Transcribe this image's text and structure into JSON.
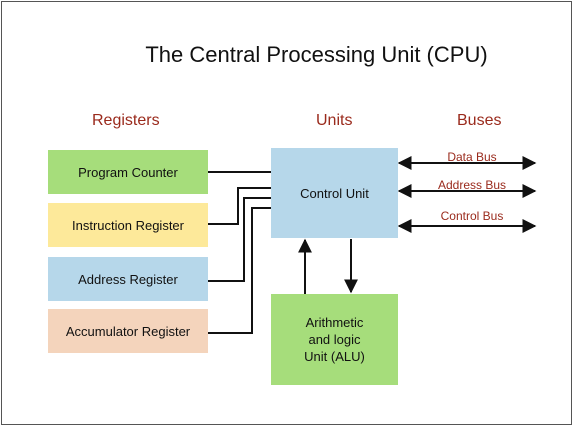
{
  "title": "The Central Processing Unit (CPU)",
  "headings": {
    "registers": "Registers",
    "units": "Units",
    "buses": "Buses"
  },
  "registers": [
    {
      "label": "Program Counter",
      "color": "#a6dd7b"
    },
    {
      "label": "Instruction Register",
      "color": "#fde99a"
    },
    {
      "label": "Address Register",
      "color": "#b6d7ea"
    },
    {
      "label": "Accumulator Register",
      "color": "#f4d4bc"
    }
  ],
  "units": {
    "control_unit": {
      "label": "Control Unit",
      "color": "#b6d7ea"
    },
    "alu": {
      "label": "Arithmetic\nand logic\nUnit (ALU)",
      "color": "#a6dd7b"
    }
  },
  "buses": [
    {
      "label": "Data Bus"
    },
    {
      "label": "Address Bus"
    },
    {
      "label": "Control Bus"
    }
  ],
  "colors": {
    "heading": "#9a2a1c",
    "line": "#111111"
  }
}
